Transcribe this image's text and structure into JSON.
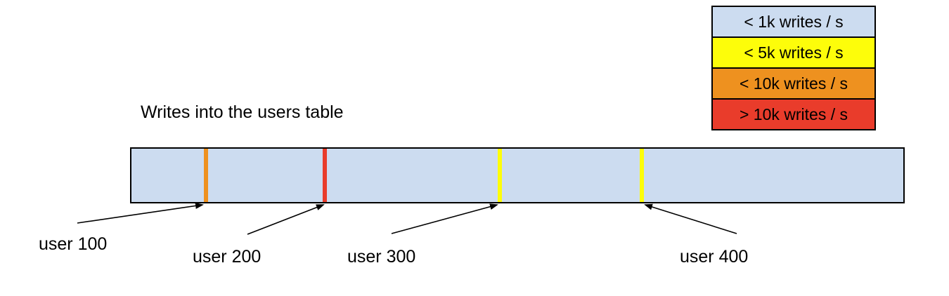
{
  "title": "Writes into the users table",
  "legend": {
    "items": [
      {
        "label": "< 1k writes / s",
        "color": "#ccdcf0"
      },
      {
        "label": "< 5k writes / s",
        "color": "#fdfd0a"
      },
      {
        "label": "< 10k writes / s",
        "color": "#ee911f"
      },
      {
        "label": "> 10k writes / s",
        "color": "#e93c2b"
      }
    ]
  },
  "bar": {
    "fill_color": "#ccdcf0",
    "markers": [
      {
        "user": "user 100",
        "rate": "< 10k writes / s",
        "color": "#ee911f"
      },
      {
        "user": "user 200",
        "rate": "> 10k writes / s",
        "color": "#e93c2b"
      },
      {
        "user": "user 300",
        "rate": "< 5k writes / s",
        "color": "#fdfd0a"
      },
      {
        "user": "user 400",
        "rate": "< 5k writes / s",
        "color": "#fdfd0a"
      }
    ]
  }
}
